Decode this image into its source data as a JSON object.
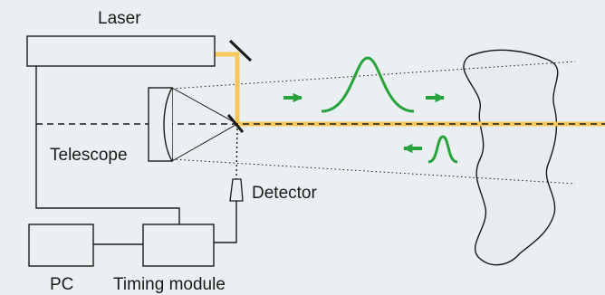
{
  "labels": {
    "laser": "Laser",
    "telescope": "Telescope",
    "detector": "Detector",
    "pc": "PC",
    "timing_module": "Timing module"
  },
  "colors": {
    "background": "#eaeff1",
    "box_fill": "#eaeff1",
    "stroke": "#1a1a1a",
    "beam": "#f7c75a",
    "pulse": "#27a33c",
    "cloud_fill": "#e7ecef"
  }
}
